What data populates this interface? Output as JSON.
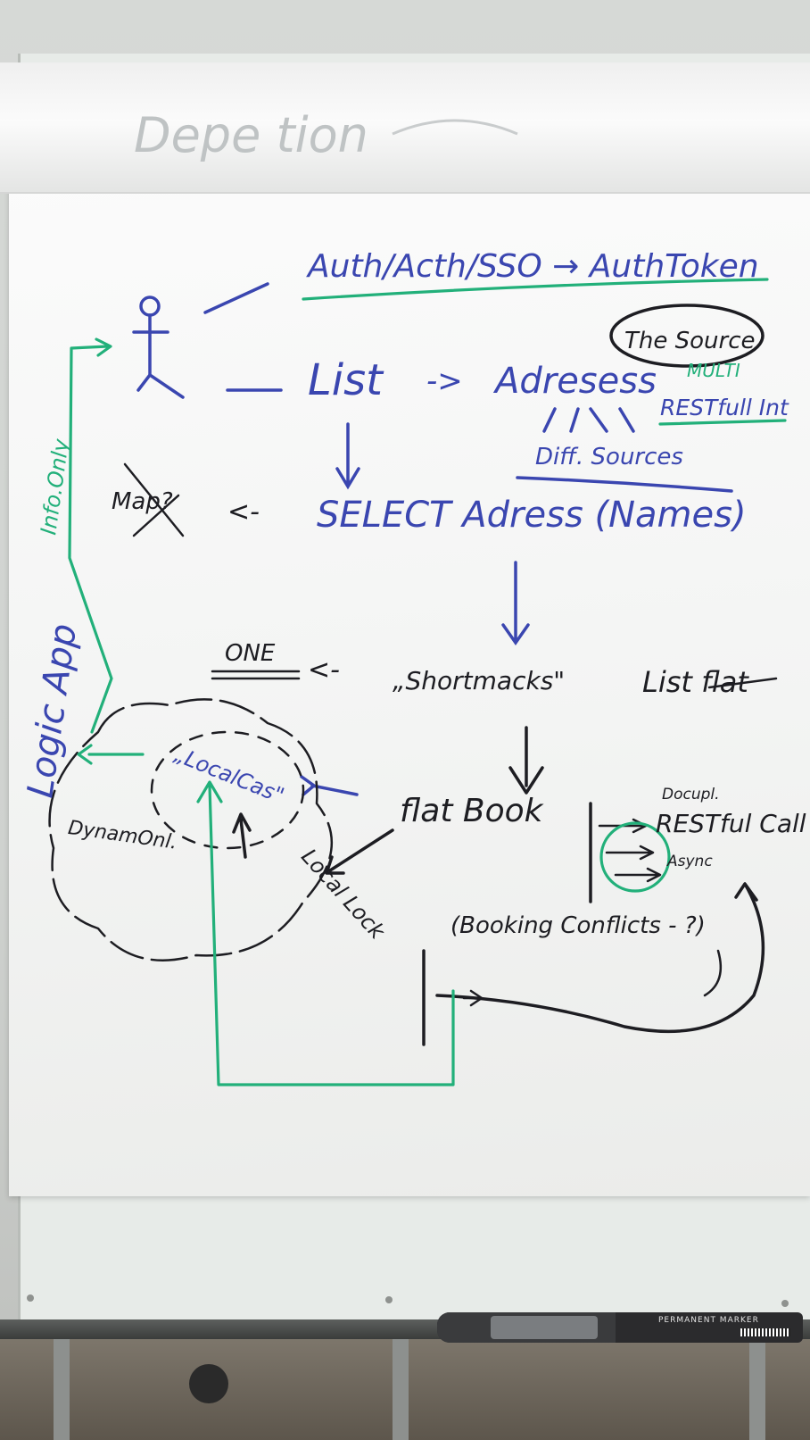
{
  "flipchart": {
    "top_roll_text": "Depe tion",
    "title": "Auth/Acth/SSO → AuthToken",
    "source_badge": "The Source",
    "multi_label": "MULTI",
    "restfull_label": "RESTfull Int",
    "list_label": "List",
    "list_arrow": "->",
    "addresses_label": "Adresess",
    "diff_sources_label": "Diff. Sources",
    "map_label": "Map?",
    "select_arrow": "<-",
    "select_label": "SELECT Adress (Names)",
    "one_label": "ONE",
    "one_arrow": "<-",
    "shortlist_label": "„Shortmacks\"",
    "list_flat_label": "List flat",
    "flat_book_label": "flat Book",
    "docupl_label": "Docupl.",
    "restful_call_label": "RESTful Call",
    "async_label": "Async",
    "booking_conflicts_label": "(Booking Conflicts - ?)",
    "local_cache_label": "„LocalCas\"",
    "dynamic_label": "DynamOnl.",
    "local_lock_label": "Local Lock",
    "logic_app_label": "Logic App",
    "info_label": "Info.Only"
  },
  "marker": {
    "label": "PERMANENT MARKER"
  },
  "colors": {
    "blue_ink": "#3a46b0",
    "black_ink": "#1d1d22",
    "green_ink": "#22b07a"
  }
}
